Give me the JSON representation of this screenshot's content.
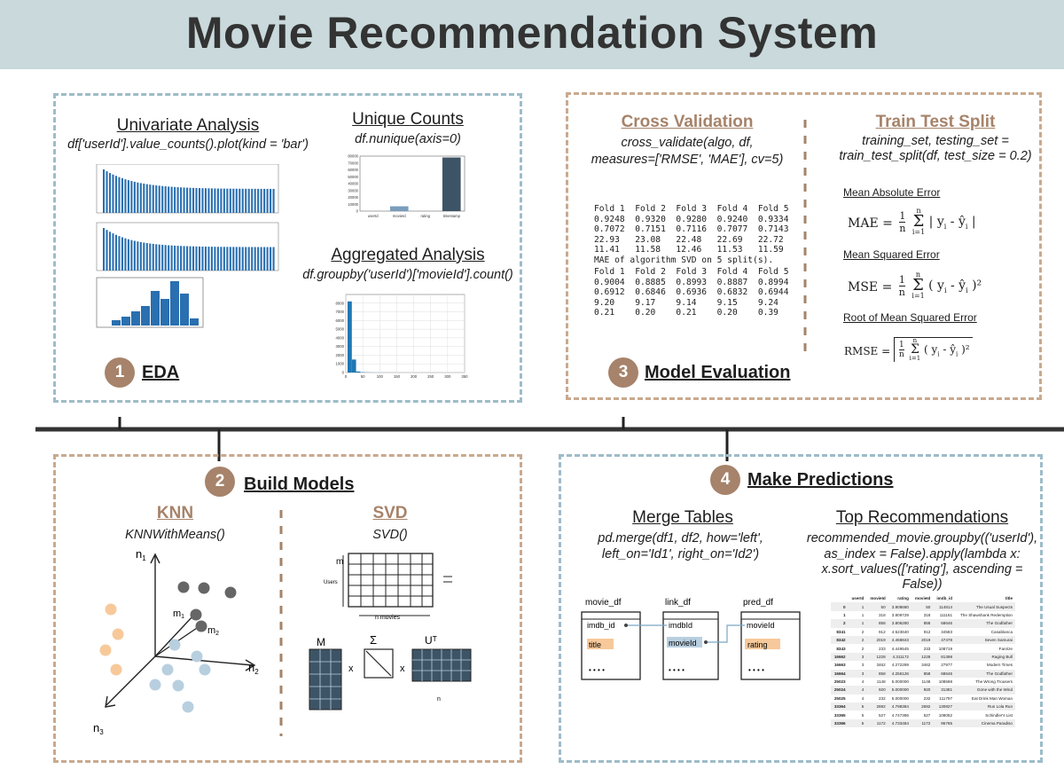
{
  "header": {
    "title": "Movie Recommendation System"
  },
  "eda": {
    "step_number": "1",
    "step_label": "EDA",
    "univariate_title": "Univariate Analysis",
    "univariate_code": "df['userId'].value_counts().plot(kind = 'bar')",
    "unique_title": "Unique Counts",
    "unique_code": "df.nunique(axis=0)",
    "aggregated_title": "Aggregated Analysis",
    "aggregated_code": "df.groupby('userId')['movieId'].count()"
  },
  "models": {
    "step_number": "2",
    "step_label": "Build Models",
    "knn_title": "KNN",
    "knn_code": "KNNWithMeans()",
    "svd_title": "SVD",
    "svd_code": "SVD()",
    "knn_axes": {
      "n1": "n",
      "n1_sub": "1",
      "n2": "n",
      "n2_sub": "2",
      "n3": "n",
      "n3_sub": "3",
      "m1": "m",
      "m1_sub": "1",
      "m2": "m",
      "m2_sub": "2"
    },
    "svd_labels": {
      "m": "m",
      "users": "Users",
      "n_movies": "n  movies",
      "M": "M",
      "Sigma": "Σ",
      "Ut": "Uᵀ",
      "x": "x",
      "n": "n"
    }
  },
  "evaluation": {
    "step_number": "3",
    "step_label": "Model Evaluation",
    "cv_title": "Cross Validation",
    "cv_code_1": "cross_validate(algo, df,",
    "cv_code_2": "measures=['RMSE', 'MAE'], cv=5)",
    "tts_title": "Train Test Split",
    "tts_code_1": "training_set, testing_set =",
    "tts_code_2": "train_test_split(df, test_size = 0.2)",
    "cv_output_1": "Fold 1  Fold 2  Fold 3  Fold 4  Fold 5\n0.9248  0.9320  0.9280  0.9240  0.9334\n0.7072  0.7151  0.7116  0.7077  0.7143\n22.93   23.08   22.48   22.69   22.72\n11.41   11.58   12.46   11.53   11.59\nMAE of algorithm SVD on 5 split(s).",
    "cv_output_2": "Fold 1  Fold 2  Fold 3  Fold 4  Fold 5\n0.9004  0.8885  0.8993  0.8887  0.8994\n0.6912  0.6846  0.6936  0.6832  0.6944\n9.20    9.17    9.14    9.15    9.24\n0.21    0.20    0.21    0.20    0.39",
    "mae_label": "Mean Absolute Error",
    "mse_label": "Mean Squared Error",
    "rmse_label": "Root of Mean Squared Error",
    "mae_formula": {
      "lhs": "MAE =",
      "frac_num": "1",
      "frac_den": "n",
      "sum_top": "n",
      "sum_bot": "i=1",
      "body": "| y",
      "sub": "i",
      "minus": " - ŷ",
      "sub2": "i",
      "end": " |"
    },
    "mse_formula": {
      "lhs": "MSE =",
      "frac_num": "1",
      "frac_den": "n",
      "sum_top": "n",
      "sum_bot": "i=1",
      "body": "( y",
      "sub": "i",
      "minus": " - ŷ",
      "sub2": "i",
      "end": " )²"
    },
    "rmse_formula": {
      "lhs": "RMSE =",
      "frac_num": "1",
      "frac_den": "n",
      "sum_top": "n",
      "sum_bot": "i=1",
      "body": "( y",
      "sub": "i",
      "minus": " - ŷ",
      "sub2": "i",
      "end": " )²"
    }
  },
  "predictions": {
    "step_number": "4",
    "step_label": "Make Predictions",
    "merge_title": "Merge Tables",
    "merge_code_1": "pd.merge(df1, df2, how='left',",
    "merge_code_2": "left_on='Id1', right_on='Id2')",
    "top_title": "Top Recommendations",
    "top_code_1": "recommended_movie.groupby(('userId'),",
    "top_code_2": "as_index = False).apply(lambda x:",
    "top_code_3": "x.sort_values(['rating'], ascending =",
    "top_code_4": "False))",
    "tables": {
      "movie_df": "movie_df",
      "imdb_id": "imdb_id",
      "title": "title",
      "dots": "• • • •",
      "link_df": "link_df",
      "imdbid": "imdbId",
      "movieid": "movieId",
      "pred_df": "pred_df",
      "movieid2": "movieId",
      "rating": "rating"
    },
    "rec_table": {
      "columns": [
        "",
        "userId",
        "movieId",
        "rating",
        "movieId",
        "imdb_id",
        "title"
      ],
      "rows": [
        [
          "0",
          "1",
          "50",
          "3.908680",
          "50",
          "114814",
          "The Usual Suspects"
        ],
        [
          "1",
          "1",
          "318",
          "3.809729",
          "318",
          "111161",
          "The Shawshank Redemption"
        ],
        [
          "2",
          "1",
          "858",
          "3.806280",
          "858",
          "68646",
          "The Godfather"
        ],
        [
          "8341",
          "2",
          "912",
          "4.523640",
          "912",
          "34583",
          "Casablanca"
        ],
        [
          "8342",
          "2",
          "2019",
          "4.468843",
          "2019",
          "47478",
          "Seven Samurai"
        ],
        [
          "8343",
          "2",
          "233",
          "4.449545",
          "233",
          "108719",
          "Fanrize"
        ],
        [
          "16662",
          "3",
          "1228",
          "4.311172",
          "1228",
          "81398",
          "Raging Bull"
        ],
        [
          "16663",
          "3",
          "3462",
          "4.272289",
          "3462",
          "27977",
          "Modern Times"
        ],
        [
          "16664",
          "3",
          "858",
          "4.256126",
          "858",
          "68646",
          "The Godfather"
        ],
        [
          "25023",
          "4",
          "1148",
          "5.000000",
          "1148",
          "108598",
          "The Wrong Trousers"
        ],
        [
          "25024",
          "4",
          "920",
          "5.000000",
          "920",
          "31381",
          "Gone with the Wind"
        ],
        [
          "25025",
          "4",
          "232",
          "5.000000",
          "232",
          "111797",
          "Eat Drink Man Woman"
        ],
        [
          "33364",
          "5",
          "2692",
          "4.798384",
          "2692",
          "130827",
          "Run Lola Run"
        ],
        [
          "33365",
          "5",
          "527",
          "4.747386",
          "527",
          "108052",
          "Schindler's List"
        ],
        [
          "33366",
          "5",
          "1172",
          "4.733484",
          "1172",
          "95765",
          "Cinema Paradiso"
        ]
      ]
    }
  },
  "chart_data": [
    {
      "type": "bar",
      "categories": [
        "userId",
        "movieId",
        "rating",
        "timestamp"
      ],
      "values": [
        0,
        7000,
        0,
        78000
      ],
      "ylim": [
        0,
        80000
      ],
      "yticks": [
        "0",
        "10000",
        "20000",
        "30000",
        "40000",
        "50000",
        "60000",
        "70000",
        "80000"
      ],
      "colors": [
        "#1f77b4",
        "#7a9dbd",
        "#1f77b4",
        "#3d5466"
      ]
    },
    {
      "type": "bar",
      "categories": [
        "0",
        "50",
        "100",
        "150",
        "200",
        "250",
        "300",
        "350"
      ],
      "bin_values": [
        8200,
        1500,
        120,
        40,
        20,
        8,
        4,
        2
      ],
      "bin_edges": [
        0,
        350
      ],
      "ylim": [
        0,
        9000
      ],
      "yticks": [
        "0",
        "1000",
        "2000",
        "3000",
        "4000",
        "5000",
        "6000",
        "7000",
        "8000"
      ],
      "color": "#1f77b4"
    }
  ],
  "colors": {
    "header_bg": "#c9d9dc",
    "blue_border": "#9dbcc9",
    "tan": "#a6836a",
    "bar_blue": "#1f77b4",
    "orange_dot": "#f7c99a",
    "blue_dot": "#b8cfe0",
    "gray_dot": "#666666"
  }
}
